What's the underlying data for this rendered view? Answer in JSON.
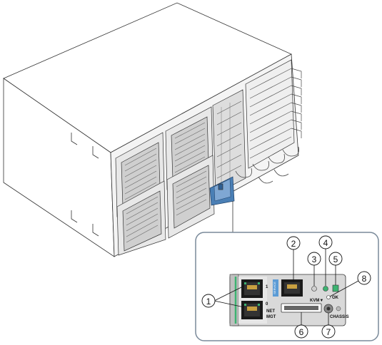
{
  "callouts": [
    {
      "number": "1"
    },
    {
      "number": "2"
    },
    {
      "number": "3"
    },
    {
      "number": "4"
    },
    {
      "number": "5"
    },
    {
      "number": "6"
    },
    {
      "number": "7"
    },
    {
      "number": "8"
    }
  ],
  "panel_text": {
    "port_upper": "1",
    "port_lower": "0",
    "net": "NET",
    "mgt": "MGT",
    "kvm": "KVM▼",
    "chassis": "CHASSIS",
    "ok": "OK",
    "tab": "SERVICE"
  },
  "colors": {
    "line": "#333333",
    "light_gray": "#d9d9d9",
    "green_led": "#3cb371",
    "blue_tab": "#5b9bd5",
    "highlight_blue": "#4a7fb5",
    "callout_border": "#7a8a9a"
  }
}
